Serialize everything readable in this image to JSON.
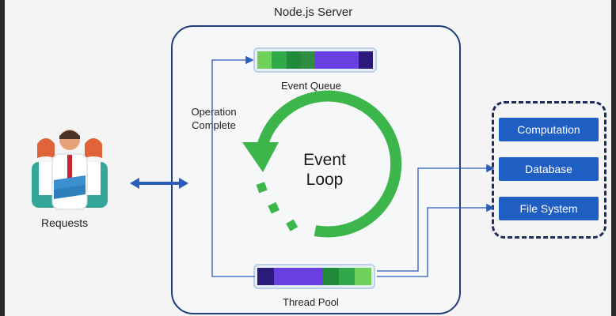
{
  "server": {
    "title": "Node.js Server"
  },
  "event_queue": {
    "label": "Event Queue",
    "segment_colors": [
      "#6fd15a",
      "#2fa94a",
      "#1f8a3a",
      "#2f8d3f",
      "#6a3fe0",
      "#6a3fe0",
      "#6a3fe0",
      "#2a1a7a"
    ]
  },
  "thread_pool": {
    "label": "Thread Pool",
    "segment_colors": [
      "#2a1a7a",
      "#6a3fe0",
      "#6a3fe0",
      "#6a3fe0",
      "#1f8a3a",
      "#2fa94a",
      "#6fd15a"
    ]
  },
  "event_loop": {
    "line1": "Event",
    "line2": "Loop",
    "color": "#3cb54a"
  },
  "operation_complete": {
    "line1": "Operation",
    "line2": "Complete"
  },
  "requests": {
    "label": "Requests"
  },
  "services": {
    "computation": "Computation",
    "database": "Database",
    "file_system": "File System"
  },
  "colors": {
    "arrow_blue": "#2a5db8",
    "service_blue": "#1f5fc4",
    "border_navy": "#1e3f7a"
  }
}
